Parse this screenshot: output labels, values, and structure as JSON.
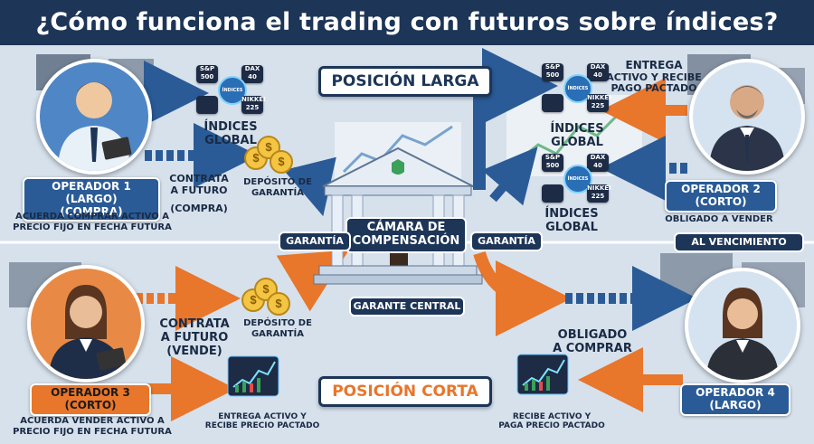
{
  "title": "¿Cómo funciona el trading con futuros sobre índices?",
  "posicion_larga": "POSICIÓN LARGA",
  "posicion_corta": "POSICIÓN CORTA",
  "indices_global": "ÍNDICES GLOBAL",
  "index_tiles": {
    "sp": "S&P 500",
    "dax": "DAX 40",
    "nikkei": "NIKKEI 225",
    "center": "ÍNDICES"
  },
  "operador1": {
    "name": "OPERADOR 1 (LARGO)",
    "role": "(COMPRA)",
    "desc": "ACUERDA COMPRAR ACTIVO A PRECIO FIJO EN FECHA FUTURA"
  },
  "operador2": {
    "name": "OPERADOR 2",
    "role": "(CORTO)",
    "desc": "OBLIGADO A VENDER"
  },
  "operador3": {
    "name": "OPERADOR 3",
    "role": "(CORTO)",
    "desc": "ACUERDA VENDER ACTIVO A PRECIO FIJO EN FECHA FUTURA"
  },
  "operador4": {
    "name": "OPERADOR 4",
    "role": "(LARGO)"
  },
  "contrata_compra": {
    "line1": "CONTRATA",
    "line2": "A FUTURO",
    "line3": "(COMPRA)"
  },
  "contrata_vende": {
    "line1": "CONTRATA",
    "line2": "A FUTURO",
    "line3": "(VENDE)"
  },
  "deposito": {
    "line1": "DEPÓSITO DE",
    "line2": "GARANTÍA"
  },
  "entrega_recibe": {
    "line1": "ENTREGA",
    "line2": "ACTIVO Y RECIBE",
    "line3": "PAGO PACTADO"
  },
  "garantia": "GARANTÍA",
  "camara": {
    "line1": "CÁMARA DE",
    "line2": "COMPENSACIÓN"
  },
  "garante_central": "GARANTE CENTRAL",
  "al_vencimiento": "AL VENCIMIENTO",
  "obligado_comprar": {
    "line1": "OBLIGADO",
    "line2": "A COMPRAR"
  },
  "entrega_recibe_precio": {
    "line1": "ENTREGA ACTIVO Y",
    "line2": "RECIBE PRECIO PACTADO"
  },
  "recibe_paga": {
    "line1": "RECIBE ACTIVO Y",
    "line2": "PAGA PRECIO PACTADO"
  },
  "colors": {
    "blue": "#2a5b96",
    "orange": "#e8762b",
    "navy": "#1d3557"
  }
}
